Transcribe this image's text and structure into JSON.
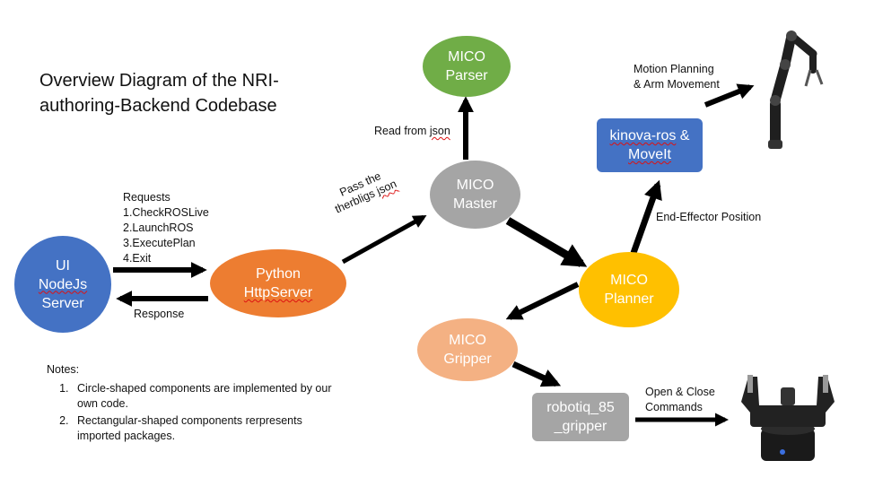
{
  "title": "Overview Diagram of the NRI-authoring-Backend Codebase",
  "nodes": {
    "ui": {
      "line1": "UI",
      "line2": "NodeJs",
      "line3": "Server",
      "color": "#4472c4"
    },
    "python": {
      "line1": "Python",
      "line2": "HttpServer",
      "color": "#ed7d31"
    },
    "mico_parser": {
      "line1": "MICO",
      "line2": "Parser",
      "color": "#70ad47"
    },
    "mico_master": {
      "line1": "MICO",
      "line2": "Master",
      "color": "#a5a5a5"
    },
    "mico_planner": {
      "line1": "MICO",
      "line2": "Planner",
      "color": "#ffc000"
    },
    "mico_gripper": {
      "line1": "MICO",
      "line2": "Gripper",
      "color": "#f4b183"
    },
    "kinova": {
      "line1": "kinova-ros &",
      "line2": "MoveIt",
      "color": "#4472c4"
    },
    "robotiq": {
      "line1": "robotiq_85",
      "line2": "_gripper",
      "color": "#a5a5a5"
    }
  },
  "labels": {
    "requests": [
      "Requests",
      "1.CheckROSLive",
      "2.LaunchROS",
      "3.ExecutePlan",
      "4.Exit"
    ],
    "response": "Response",
    "pass_line1": "Pass the",
    "pass_line2": "therbligs json",
    "read_json": "Read from json",
    "end_effector": "End-Effector Position",
    "motion_line1": "Motion Planning",
    "motion_line2": "& Arm Movement",
    "open_close_line1": "Open & Close",
    "open_close_line2": "Commands"
  },
  "notes": {
    "heading": "Notes:",
    "items": [
      "Circle-shaped components are implemented by our own code.",
      "Rectangular-shaped components rerpresents imported packages."
    ]
  }
}
